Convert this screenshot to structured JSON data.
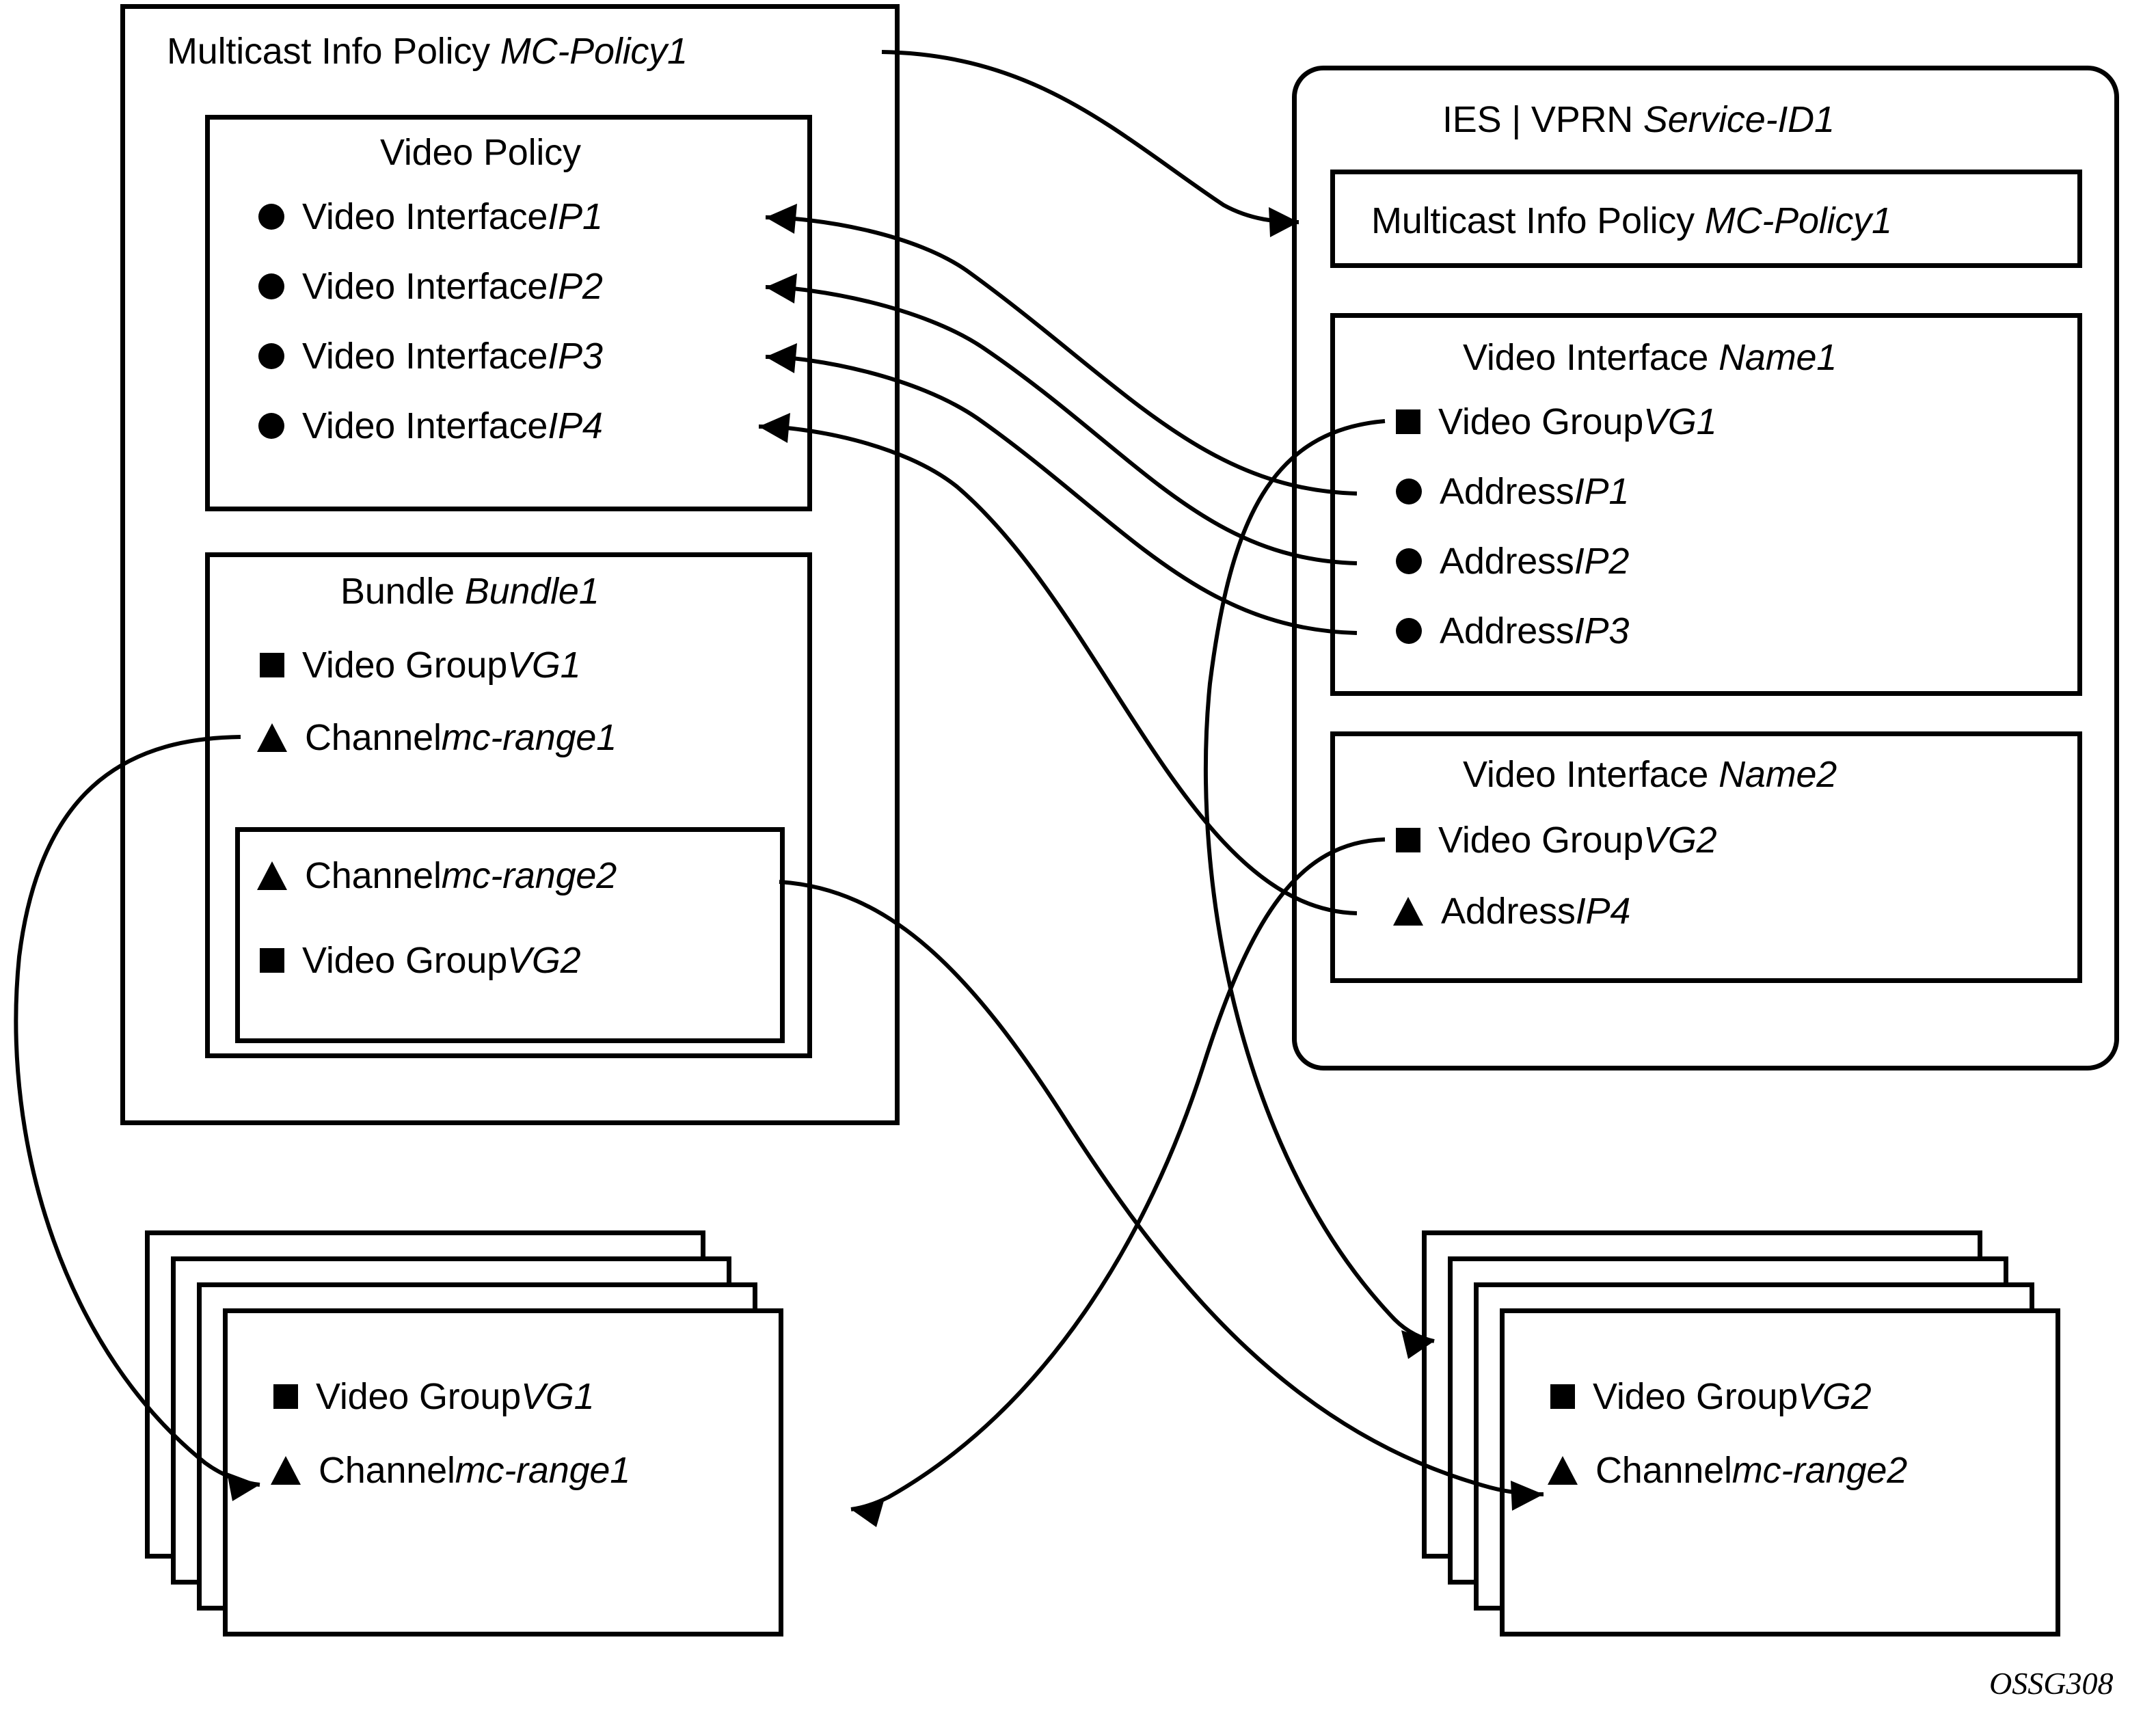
{
  "figure": {
    "code": "OSSG308"
  },
  "policy_panel": {
    "title_prefix": "Multicast Info Policy ",
    "title_em": "MC-Policy1",
    "video_policy": {
      "title": "Video Policy",
      "items": [
        {
          "bullet": "circle",
          "label": "Video Interface ",
          "em": "IP1"
        },
        {
          "bullet": "circle",
          "label": "Video Interface ",
          "em": "IP2"
        },
        {
          "bullet": "circle",
          "label": "Video Interface ",
          "em": "IP3"
        },
        {
          "bullet": "circle",
          "label": "Video Interface ",
          "em": "IP4"
        }
      ]
    },
    "bundle": {
      "title_prefix": "Bundle ",
      "title_em": "Bundle1",
      "items": [
        {
          "bullet": "square",
          "label": "Video Group ",
          "em": "VG1"
        },
        {
          "bullet": "triangle",
          "label": "Channel ",
          "em": "mc-range1"
        }
      ],
      "inner": {
        "items": [
          {
            "bullet": "triangle",
            "label": "Channel ",
            "em": "mc-range2"
          },
          {
            "bullet": "square",
            "label": "Video Group ",
            "em": "VG2"
          }
        ]
      }
    }
  },
  "service_panel": {
    "title_prefix": "IES | VPRN ",
    "title_em": "Service-ID1",
    "mc_policy_box": {
      "title_prefix": "Multicast Info Policy ",
      "title_em": "MC-Policy1"
    },
    "interface1": {
      "title_prefix": "Video Interface ",
      "title_em": "Name1",
      "items": [
        {
          "bullet": "square",
          "label": "Video Group ",
          "em": "VG1"
        },
        {
          "bullet": "circle",
          "label": "Address ",
          "em": "IP1"
        },
        {
          "bullet": "circle",
          "label": "Address ",
          "em": "IP2"
        },
        {
          "bullet": "circle",
          "label": "Address ",
          "em": "IP3"
        }
      ]
    },
    "interface2": {
      "title_prefix": "Video Interface ",
      "title_em": "Name2",
      "items": [
        {
          "bullet": "square",
          "label": "Video Group ",
          "em": "VG2"
        },
        {
          "bullet": "triangle",
          "label": "Address ",
          "em": "IP4"
        }
      ]
    }
  },
  "stack_left": {
    "items": [
      {
        "bullet": "square",
        "label": "Video Group ",
        "em": "VG1"
      },
      {
        "bullet": "triangle",
        "label": "Channel ",
        "em": "mc-range1"
      }
    ]
  },
  "stack_right": {
    "items": [
      {
        "bullet": "square",
        "label": "Video Group ",
        "em": "VG2"
      },
      {
        "bullet": "triangle",
        "label": "Channel ",
        "em": "mc-range2"
      }
    ]
  },
  "colors": {
    "stroke": "#000000",
    "background": "#ffffff"
  }
}
